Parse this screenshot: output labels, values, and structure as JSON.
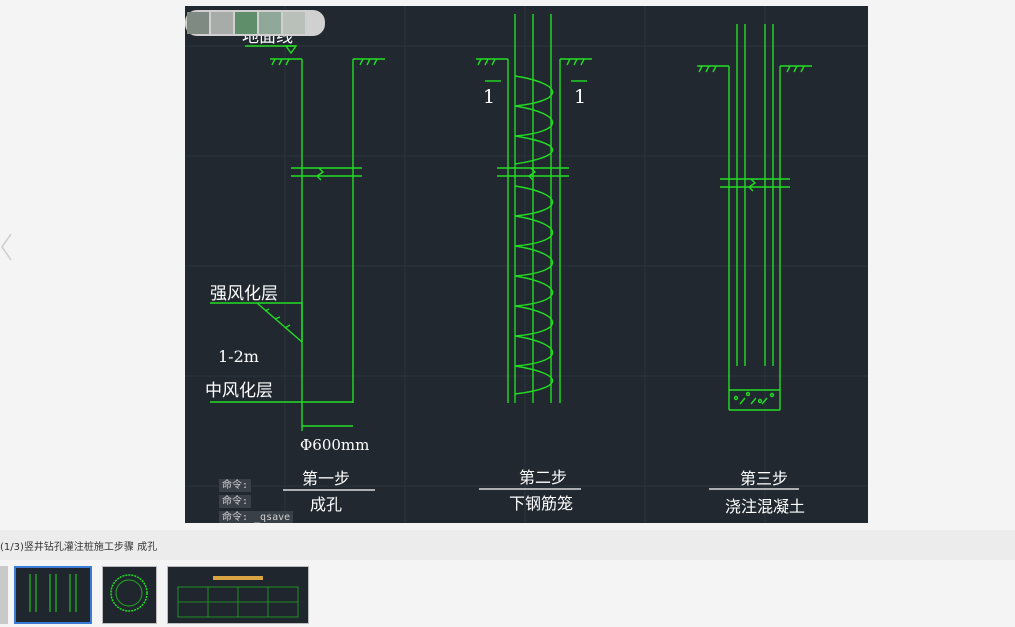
{
  "drawing": {
    "ground_line_label": "地面线",
    "section_left": "1",
    "section_right": "1",
    "strong_weathered": "强风化层",
    "depth_range": "1-2m",
    "medium_weathered": "中风化层",
    "diameter": "Φ600mm",
    "step1_title": "第一步",
    "step1_desc": "成孔",
    "step2_title": "第二步",
    "step2_desc": "下钢筋笼",
    "step3_title": "第三步",
    "step3_desc": "浇注混凝土"
  },
  "command_lines": [
    "命令:",
    "命令:",
    "命令: _qsave"
  ],
  "caption": "(1/3)竖井钻孔灌注桩施工步骤 成孔",
  "colors": {
    "cad_background": "#212830",
    "line_green": "#22dd22",
    "text_white": "#ffffff"
  }
}
